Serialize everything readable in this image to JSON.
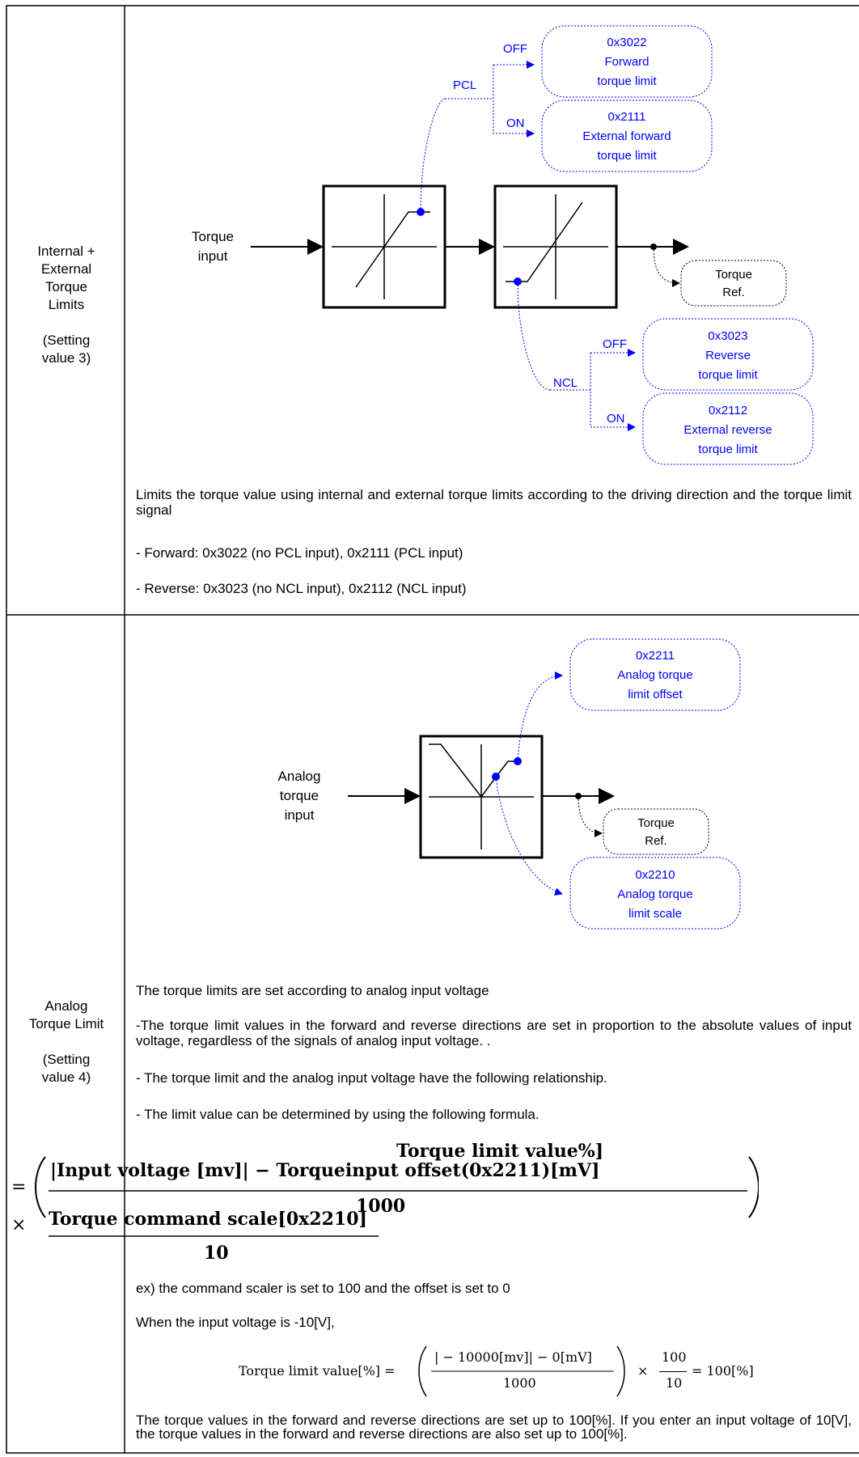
{
  "row1": {
    "label_lines": [
      "Internal +",
      "External",
      "Torque",
      "Limits",
      "",
      "(Setting",
      "value 3)"
    ],
    "diagram": {
      "input_label": [
        "Torque",
        "input"
      ],
      "pcl": "PCL",
      "ncl": "NCL",
      "off1": "OFF",
      "on1": "ON",
      "off2": "OFF",
      "on2": "ON",
      "box_fwd_internal": [
        "0x3022",
        "Forward",
        "torque limit"
      ],
      "box_fwd_external": [
        "0x2111",
        "External forward",
        "torque limit"
      ],
      "box_rev_internal": [
        "0x3023",
        "Reverse",
        "torque limit"
      ],
      "box_rev_external": [
        "0x2112",
        "External reverse",
        "torque limit"
      ],
      "output_label": [
        "Torque",
        "Ref."
      ]
    },
    "text": {
      "p1": "Limits the torque value using internal and external torque limits according to the driving direction and the torque limit signal",
      "p2": "- Forward: 0x3022 (no PCL input), 0x2111 (PCL input)",
      "p3": "- Reverse: 0x3023 (no NCL input), 0x2112 (NCL input)"
    }
  },
  "row2": {
    "label_lines": [
      "Analog",
      "Torque Limit",
      "",
      "(Setting",
      "value 4)"
    ],
    "diagram": {
      "input_label": [
        "Analog",
        "torque",
        "input"
      ],
      "box_offset": [
        "0x2211",
        "Analog torque",
        "limit offset"
      ],
      "box_scale": [
        "0x2210",
        "Analog torque",
        "limit scale"
      ],
      "output_label": [
        "Torque",
        "Ref."
      ]
    },
    "text": {
      "p1": "The torque limits are set according to analog input voltage",
      "p2": "-The torque limit values in the forward and reverse directions are set in proportion to the absolute values of input voltage, regardless of the signals of analog input voltage. .",
      "p3": "- The torque limit and the analog input voltage have the following relationship.",
      "p4": "- The limit value can be determined by using the following formula.",
      "formula_top": "Torque limit value%]",
      "formula_eq": "=",
      "formula_num": "|Input voltage [mv]| − Torqueinput offset(0x2211)[mV]",
      "formula_den": "1000",
      "formula_times": "×",
      "formula_scale_num": "Torque command scale[0x2210]",
      "formula_scale_den": "10",
      "ex1": "ex) the command scaler is set to 100 and the offset is set to 0",
      "ex2": "When the input voltage is -10[V],",
      "ex_lhs": "Torque limit value[%] =",
      "ex_num": "| − 10000[mv]| − 0[mV]",
      "ex_den": "1000",
      "ex_times": "×",
      "ex_snum": "100",
      "ex_sden": "10",
      "ex_result": "= 100[%]",
      "p5": "The torque values in the forward and reverse directions are set up to 100[%]. If you enter an input voltage of 10[V], the torque values in the forward and reverse directions are also set up to 100[%]."
    }
  },
  "colors": {
    "blue": "#0000ff",
    "black": "#000000"
  }
}
